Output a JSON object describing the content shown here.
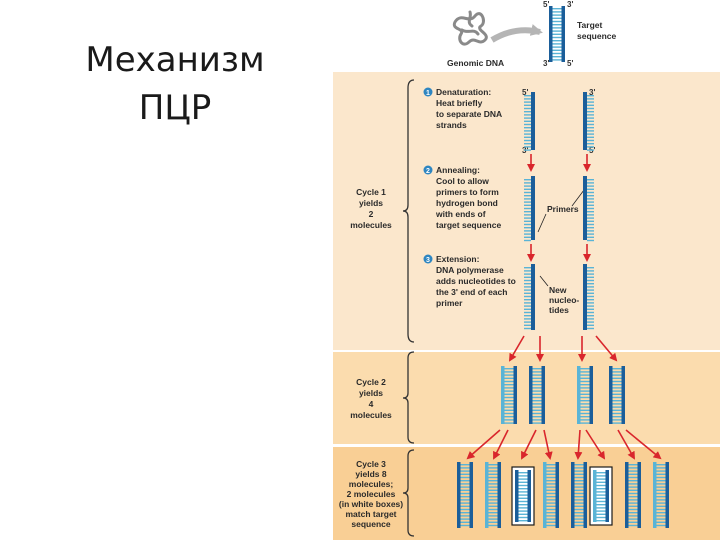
{
  "slide": {
    "title_line1": "Механизм",
    "title_line2": "ПЦР"
  },
  "diagram": {
    "genomic_dna": "Genomic DNA",
    "target_line1": "Target",
    "target_line2": "sequence",
    "ends": {
      "five": "5'",
      "three": "3'"
    },
    "steps": [
      {
        "num": "1",
        "lines": [
          "Denaturation:",
          "Heat briefly",
          "to separate DNA",
          "strands"
        ]
      },
      {
        "num": "2",
        "lines": [
          "Annealing:",
          "Cool to allow",
          "primers to form",
          "hydrogen bond",
          "with ends of",
          "target sequence"
        ]
      },
      {
        "num": "3",
        "lines": [
          "Extension:",
          "DNA polymerase",
          "adds nucleotides to",
          "the 3' end of each",
          "primer"
        ]
      }
    ],
    "primers": "Primers",
    "new_nucleotides": [
      "New",
      "nucleo-",
      "tides"
    ],
    "cycles": [
      {
        "lines": [
          "Cycle 1",
          "yields",
          "2",
          "molecules"
        ]
      },
      {
        "lines": [
          "Cycle 2",
          "yields",
          "4",
          "molecules"
        ]
      },
      {
        "lines": [
          "Cycle 3",
          "yields 8",
          "molecules;",
          "2 molecules",
          "(in white boxes)",
          "match target",
          "sequence"
        ]
      }
    ],
    "colors": {
      "panel_top": "#fbe7cc",
      "panel_mid": "#fbdcae",
      "panel_bottom": "#f9cf95",
      "strand_dark": "#1b5e9a",
      "strand_light": "#5ab4d6",
      "arrow": "#d9262c",
      "step_badge": "#2e86c1"
    }
  }
}
